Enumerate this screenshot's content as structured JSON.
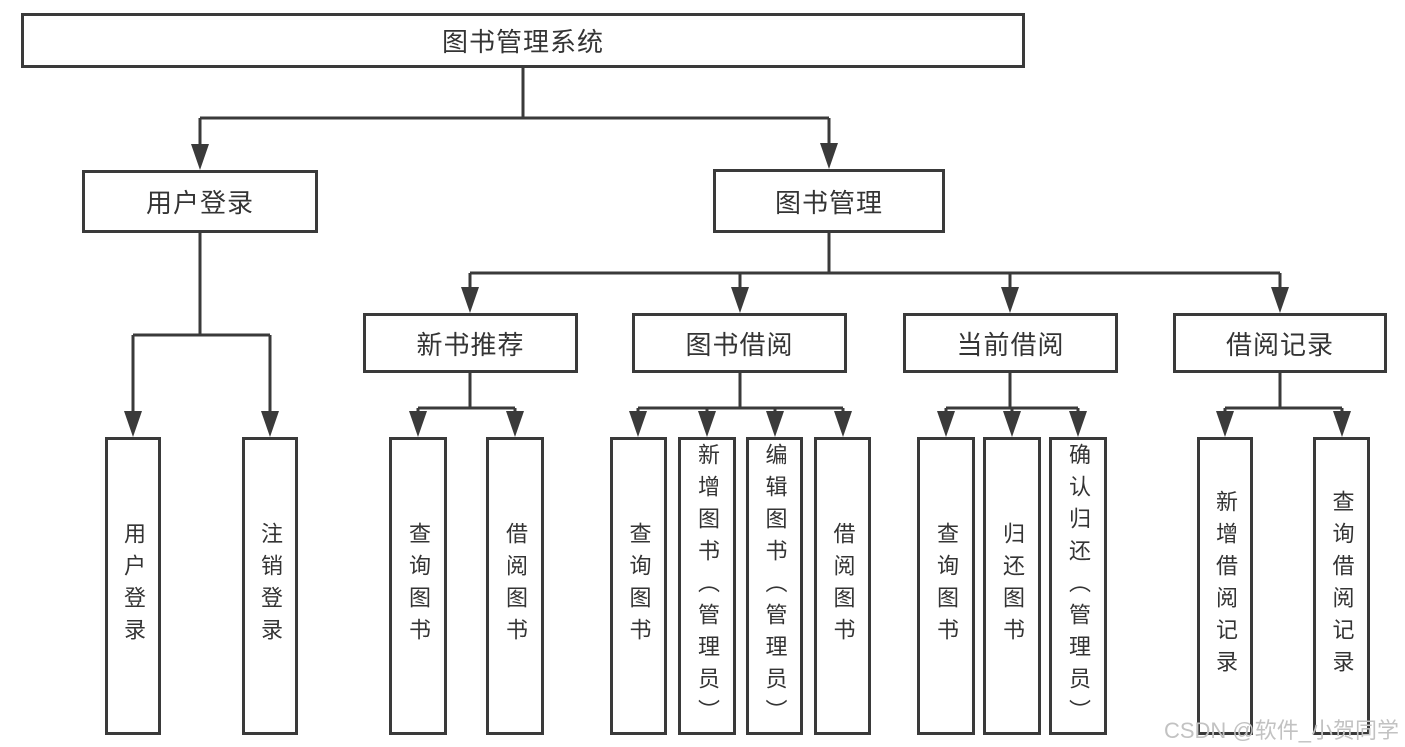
{
  "diagram_title": "图书管理系统",
  "nodes": {
    "root": "图书管理系统",
    "user_login": "用户登录",
    "book_mgmt": "图书管理",
    "new_book_rec": "新书推荐",
    "book_borrow": "图书借阅",
    "current_borrow": "当前借阅",
    "borrow_records": "借阅记录",
    "ul_login": "用户登录",
    "ul_logout": "注销登录",
    "nbr_query": "查询图书",
    "nbr_borrow": "借阅图书",
    "bb_query": "查询图书",
    "bb_add": "新增图书（管理员）",
    "bb_edit": "编辑图书（管理员）",
    "bb_borrow": "借阅图书",
    "cb_query": "查询图书",
    "cb_return": "归还图书",
    "cb_confirm": "确认归还（管理员）",
    "br_add": "新增借阅记录",
    "br_query": "查询借阅记录"
  },
  "colors": {
    "line": "#3a3a3a",
    "text": "#343434",
    "watermark": "#c2c2c2",
    "background": "#ffffff"
  },
  "watermark": "CSDN @软件_小贺同学"
}
